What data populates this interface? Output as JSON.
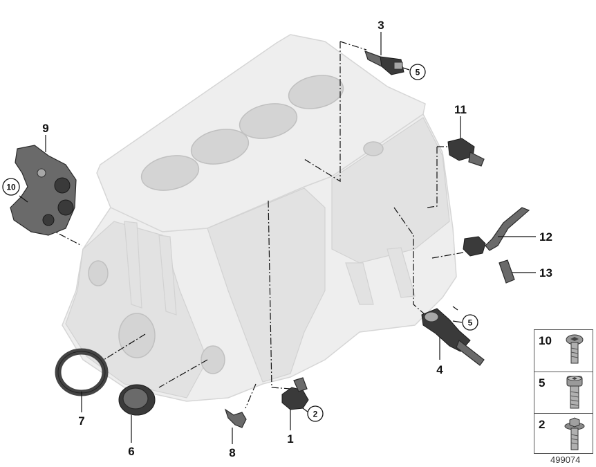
{
  "callouts": {
    "c1": "1",
    "c2": "2",
    "c3": "3",
    "c4": "4",
    "c5a": "5",
    "c5b": "5",
    "c6": "6",
    "c7": "7",
    "c8": "8",
    "c9": "9",
    "c10": "10",
    "c11": "11",
    "c12": "12",
    "c13": "13"
  },
  "legend": {
    "items": [
      {
        "number": "10",
        "icon": "torx-bolt-short-icon"
      },
      {
        "number": "5",
        "icon": "hex-socket-bolt-icon"
      },
      {
        "number": "2",
        "icon": "flange-bolt-icon"
      }
    ]
  },
  "reference_number": "499074"
}
